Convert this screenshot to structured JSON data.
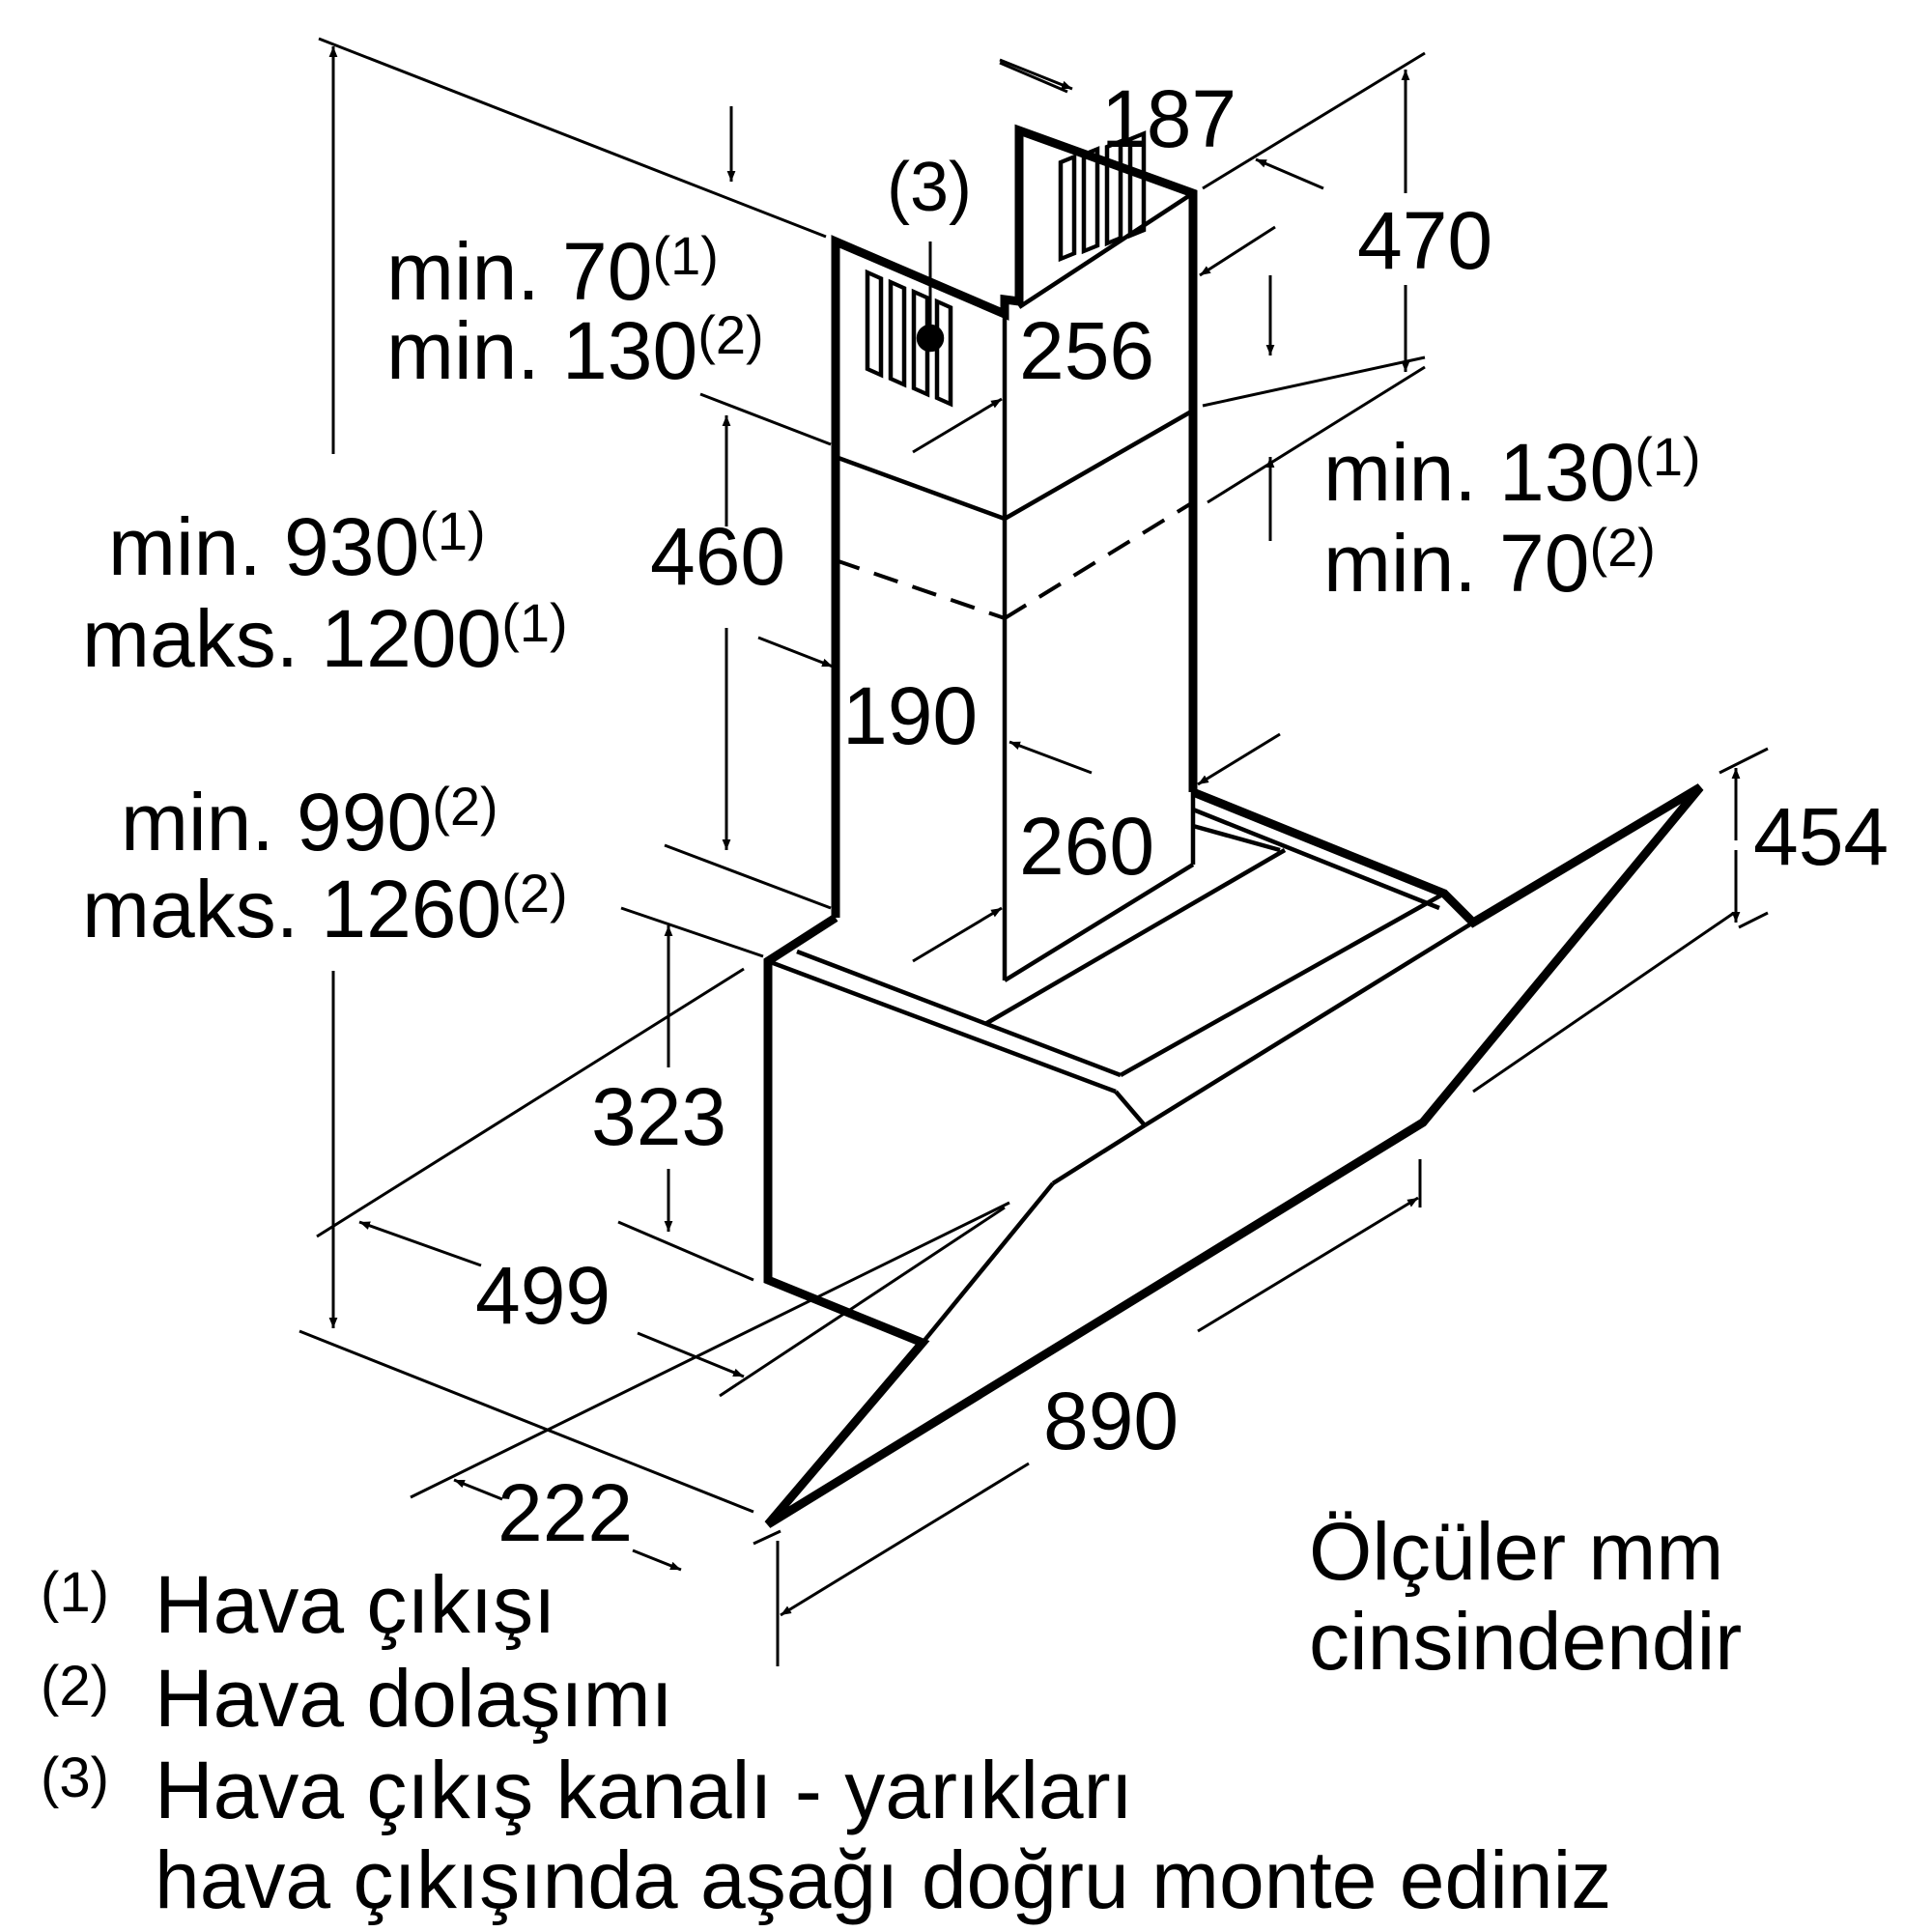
{
  "dimensions": {
    "d187": "187",
    "d470": "470",
    "d256": "256",
    "d460": "460",
    "d190": "190",
    "d260": "260",
    "d454": "454",
    "d323": "323",
    "d499": "499",
    "d890": "890",
    "d222": "222",
    "callout3": "(3)"
  },
  "clearances": {
    "top_left_line1": "min. 70",
    "top_left_sup1": "(1)",
    "top_left_line2": "min. 130",
    "top_left_sup2": "(2)",
    "right_line1": "min. 130",
    "right_sup1": "(1)",
    "right_line2": "min. 70",
    "right_sup2": "(2)",
    "height1_line1": "min. 930",
    "height1_sup1": "(1)",
    "height1_line2": "maks. 1200",
    "height1_sup2": "(1)",
    "height2_line1": "min. 990",
    "height2_sup1": "(2)",
    "height2_line2": "maks. 1260",
    "height2_sup2": "(2)"
  },
  "units_note": {
    "line1": "Ölçüler mm",
    "line2": "cinsindendir"
  },
  "legend": [
    {
      "num": "(1)",
      "text": "Hava çıkışı"
    },
    {
      "num": "(2)",
      "text": "Hava dolaşımı"
    },
    {
      "num": "(3)",
      "text": "Hava çıkış kanalı - yarıkları"
    }
  ],
  "legend_cont": "hava çıkışında aşağı doğru monte ediniz"
}
